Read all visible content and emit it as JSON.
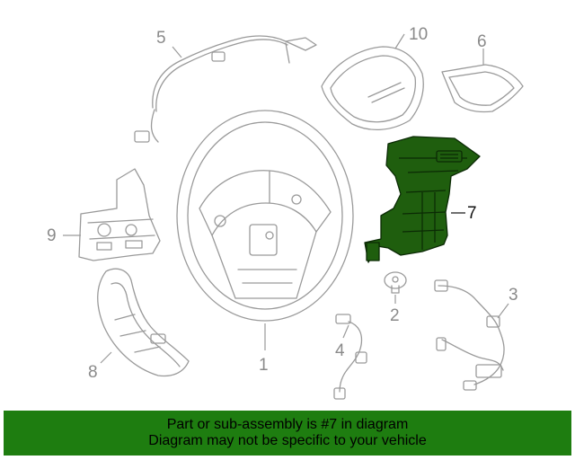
{
  "callouts": {
    "c1": "1",
    "c2": "2",
    "c3": "3",
    "c4": "4",
    "c5": "5",
    "c6": "6",
    "c7": "7",
    "c8": "8",
    "c9": "9",
    "c10": "10"
  },
  "highlighted_part": "7",
  "colors": {
    "highlight_fill": "#1f5e0e",
    "banner_background": "#1e7d10",
    "line_art": "#9a9a9a"
  },
  "banner": {
    "line1": "Part or sub-assembly is #7 in diagram",
    "line2": "Diagram may not be specific to your vehicle"
  }
}
